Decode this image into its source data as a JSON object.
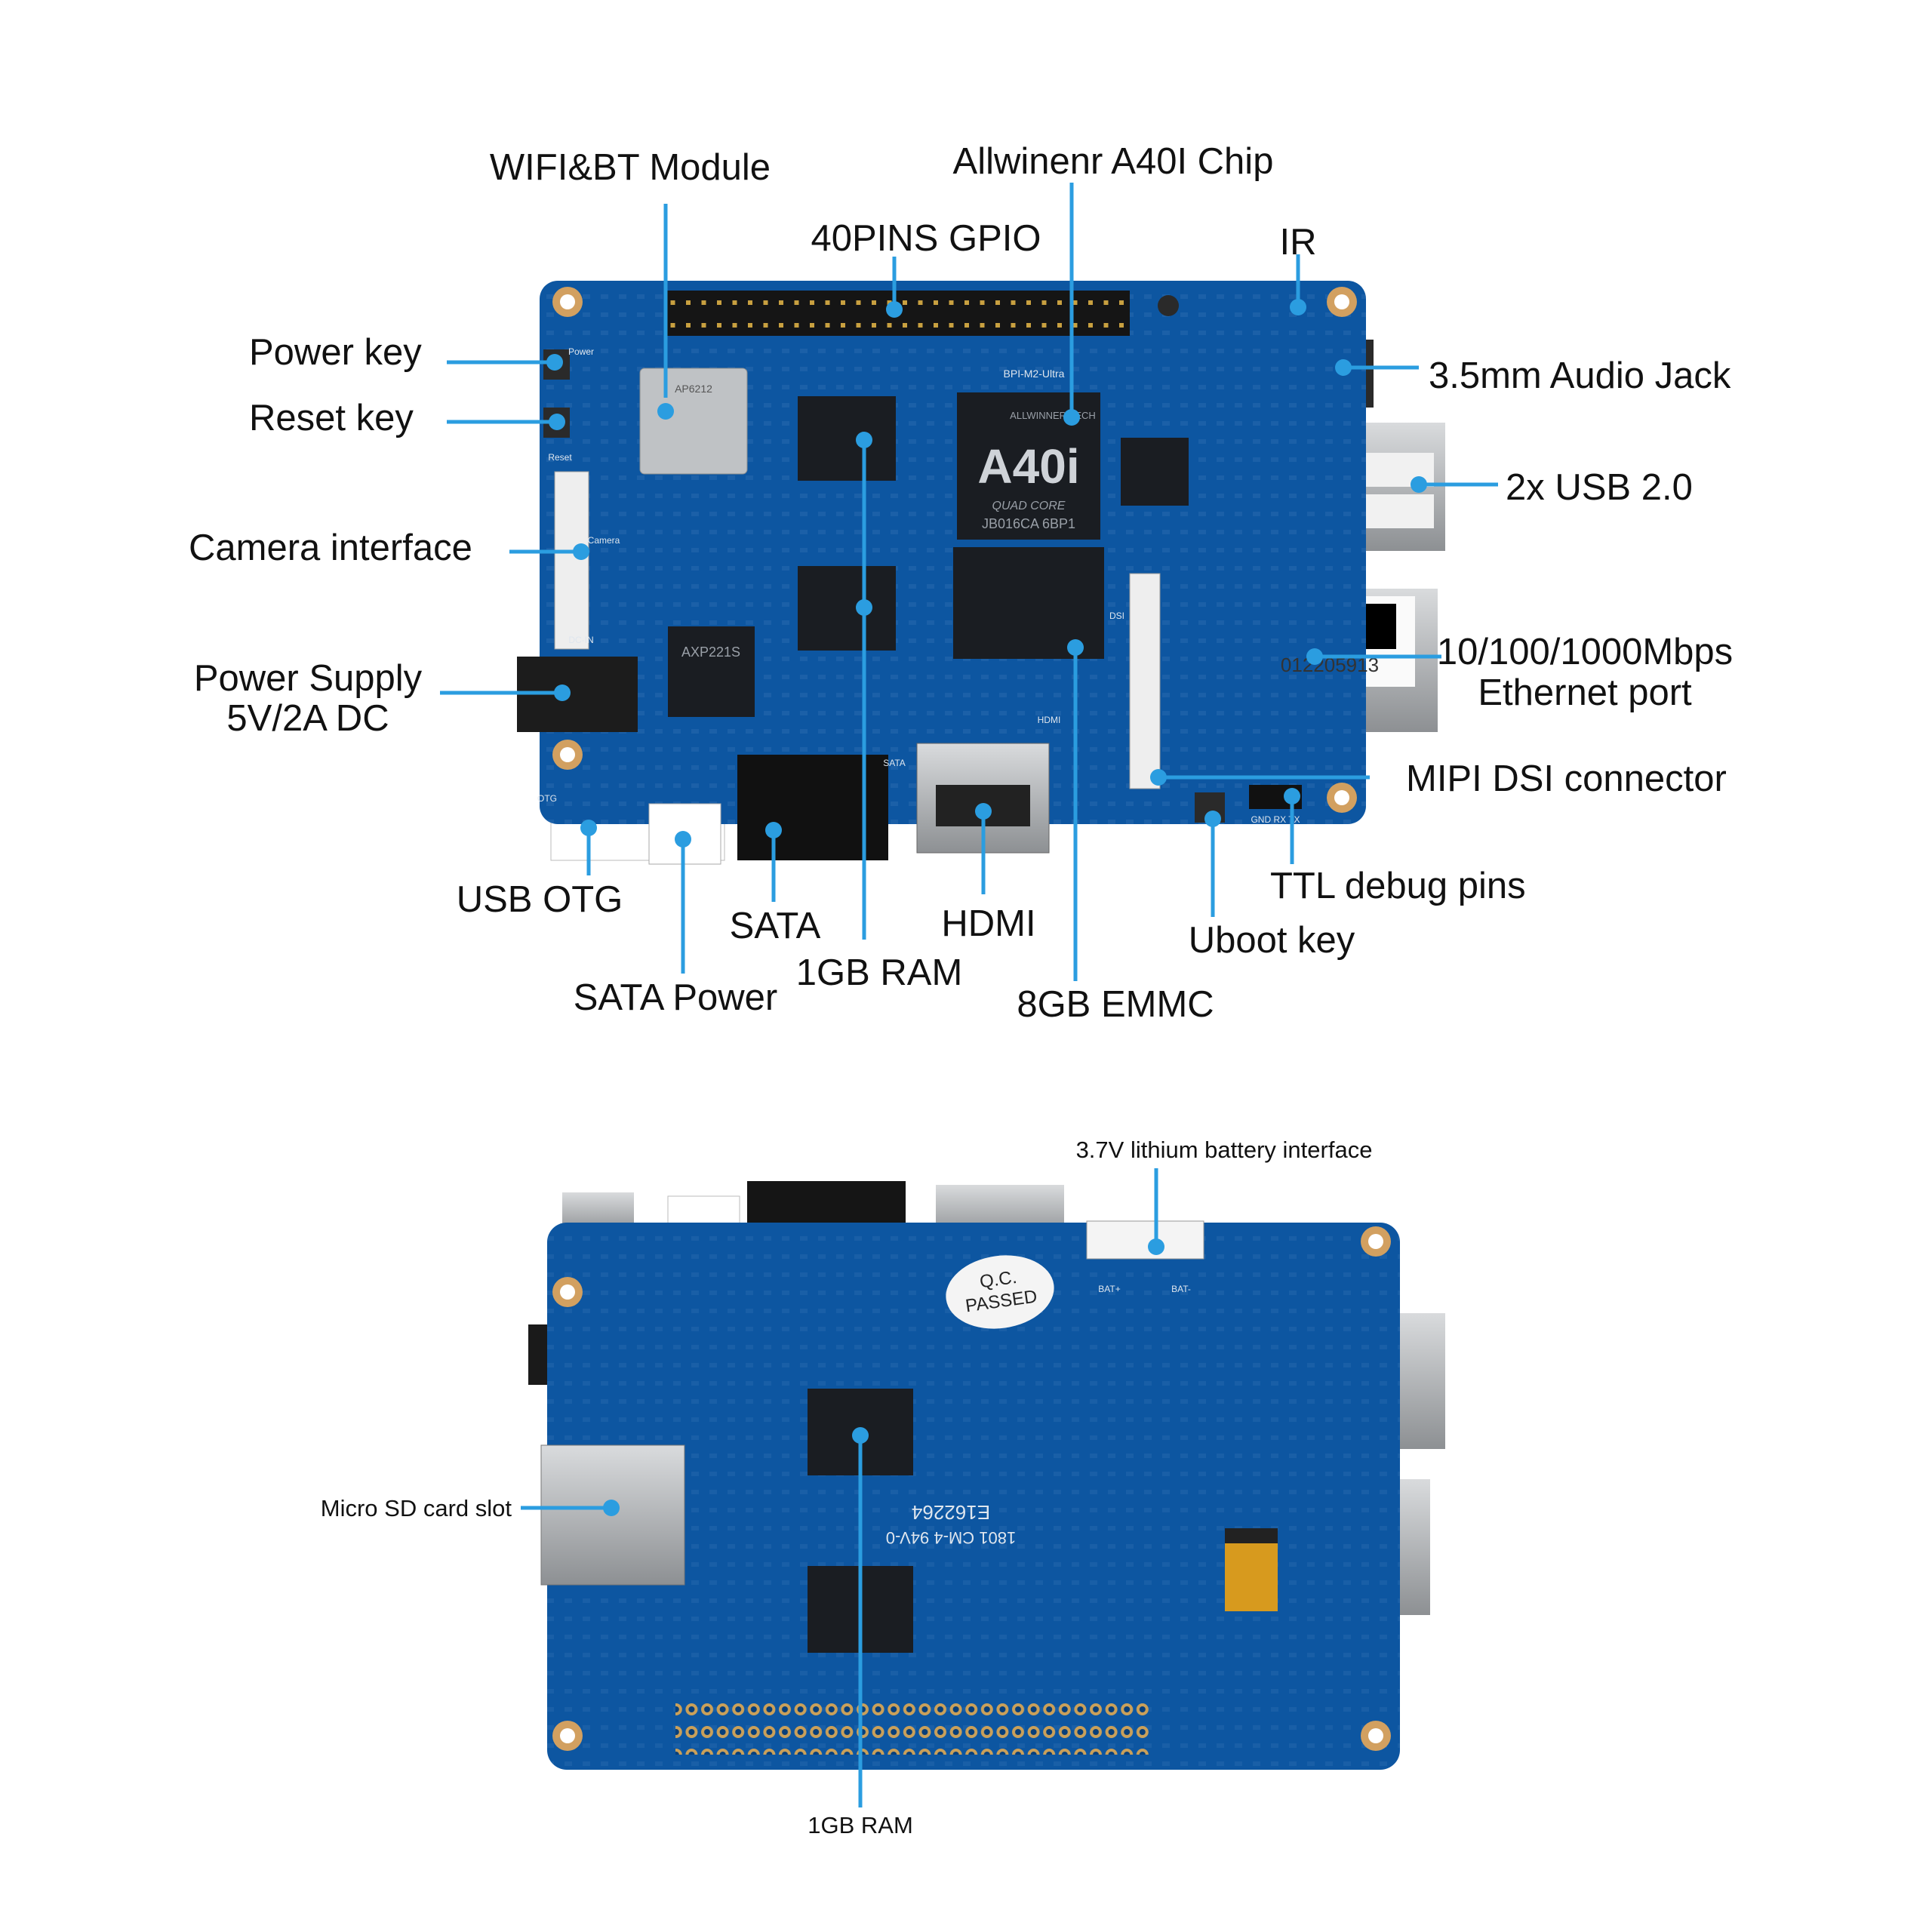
{
  "colors": {
    "board": "#0d56a1",
    "board_dark": "#083f7a",
    "leader": "#2b9de0",
    "dot": "#2b9de0",
    "chip": "#1a1d22",
    "metal": "#b9bcbf",
    "mounting_hole": "#d2a060"
  },
  "top_view": {
    "labels": {
      "wifi_bt": "WIFI&BT Module",
      "soc": "Allwinenr A40I Chip",
      "gpio": "40PINS GPIO",
      "ir": "IR",
      "audio": "3.5mm Audio Jack",
      "power_key": "Power key",
      "reset_key": "Reset key",
      "usb2": "2x USB 2.0",
      "camera": "Camera interface",
      "ethernet_line1": "10/100/1000Mbps",
      "ethernet_line2": "Ethernet port",
      "power_supply_line1": "Power Supply",
      "power_supply_line2": "5V/2A DC",
      "mipi_dsi": "MIPI DSI connector",
      "ttl_debug": "TTL debug pins",
      "usb_otg": "USB OTG",
      "sata": "SATA",
      "hdmi": "HDMI",
      "uboot": "Uboot key",
      "ram": "1GB RAM",
      "sata_power": "SATA Power",
      "emmc": "8GB EMMC"
    },
    "board_print": {
      "soc_brand": "ALLWINNER TECH",
      "soc_model": "A40i",
      "soc_sub": "QUAD CORE",
      "soc_lot": "JB016CA 6BP1",
      "pmic": "AXP221S",
      "wifi_chip": "AP6212",
      "model": "BPI-M2-Ultra",
      "barcode_number": "012205913",
      "silk_hdmi": "HDMI",
      "silk_sata": "SATA",
      "silk_dsi": "DSI",
      "silk_camera": "Camera",
      "silk_dcin": "DC-IN",
      "silk_otg": "OTG",
      "silk_reset": "Reset",
      "silk_power": "Power",
      "silk_debug": "GND RX TX"
    }
  },
  "bottom_view": {
    "labels": {
      "battery": "3.7V lithium battery interface",
      "sd_slot": "Micro SD card slot",
      "ram": "1GB RAM"
    },
    "board_print": {
      "qc_line1": "Q.C.",
      "qc_line2": "PASSED",
      "code1": "E162264",
      "code2": "1801 CM-4 94V-0",
      "battery_plus": "BAT+",
      "battery_minus": "BAT-"
    }
  }
}
